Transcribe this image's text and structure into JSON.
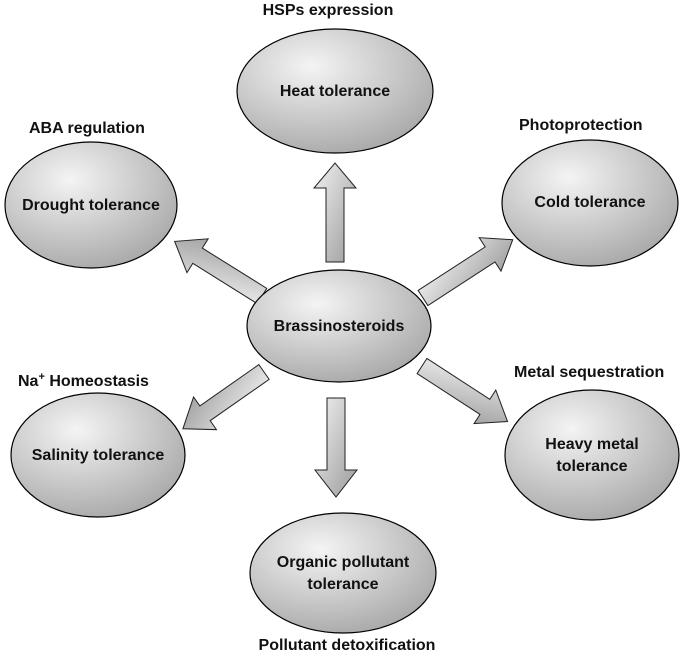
{
  "center": {
    "label": "Brassinosteroids"
  },
  "nodes": [
    {
      "id": "heat",
      "label_lines": [
        "Heat tolerance"
      ],
      "caption": "HSPs expression"
    },
    {
      "id": "drought",
      "label_lines": [
        "Drought tolerance"
      ],
      "caption": "ABA regulation"
    },
    {
      "id": "cold",
      "label_lines": [
        "Cold tolerance"
      ],
      "caption": "Photoprotection"
    },
    {
      "id": "salinity",
      "label_lines": [
        "Salinity tolerance"
      ],
      "caption_main": "Na",
      "caption_sup": "+",
      "caption_rest": " Homeostasis"
    },
    {
      "id": "metal",
      "label_lines": [
        "Heavy metal",
        "tolerance"
      ],
      "caption": "Metal sequestration"
    },
    {
      "id": "pollutant",
      "label_lines": [
        "Organic pollutant",
        "tolerance"
      ],
      "caption": "Pollutant detoxification"
    }
  ],
  "colors": {
    "ellipse_light": "#f4f4f4",
    "ellipse_dark": "#a8a8a8",
    "arrow_light": "#f2f2f2",
    "arrow_dark": "#9a9a9a",
    "outline": "#000000"
  }
}
